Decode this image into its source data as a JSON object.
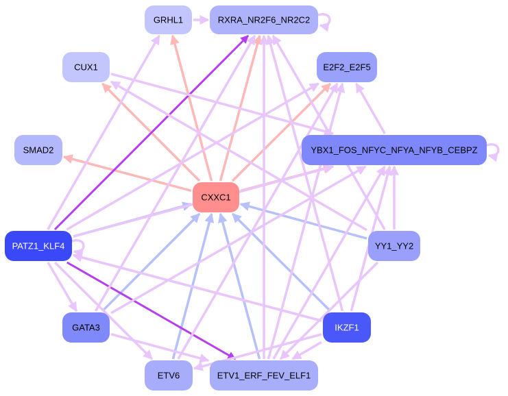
{
  "diagram": {
    "type": "directed-network",
    "nodes": [
      {
        "id": "GRHL1",
        "label": "GRHL1",
        "fill": "#c2c6fc",
        "text": "#000000"
      },
      {
        "id": "RXRA",
        "label": "RXRA_NR2F6_NR2C2",
        "fill": "#adb2fb",
        "text": "#000000"
      },
      {
        "id": "CUX1",
        "label": "CUX1",
        "fill": "#c3c6fc",
        "text": "#000000"
      },
      {
        "id": "E2F2",
        "label": "E2F2_E2F5",
        "fill": "#9aa1fb",
        "text": "#000000"
      },
      {
        "id": "SMAD2",
        "label": "SMAD2",
        "fill": "#b3b7fb",
        "text": "#000000"
      },
      {
        "id": "YBX1",
        "label": "YBX1_FOS_NFYC_NFYA_NFYB_CEBPZ",
        "fill": "#7e88fa",
        "text": "#000000"
      },
      {
        "id": "CXXC1",
        "label": "CXXC1",
        "fill": "#ff8f8f",
        "text": "#000000"
      },
      {
        "id": "PATZ1",
        "label": "PATZ1_KLF4",
        "fill": "#3a48f8",
        "text": "#ffffff"
      },
      {
        "id": "YY1",
        "label": "YY1_YY2",
        "fill": "#999ffb",
        "text": "#000000"
      },
      {
        "id": "GATA3",
        "label": "GATA3",
        "fill": "#7f89fa",
        "text": "#000000"
      },
      {
        "id": "IKZF1",
        "label": "IKZF1",
        "fill": "#4a58f9",
        "text": "#ffffff"
      },
      {
        "id": "ETV6",
        "label": "ETV6",
        "fill": "#a8adfb",
        "text": "#000000"
      },
      {
        "id": "ETV1",
        "label": "ETV1_ERF_FEV_ELF1",
        "fill": "#a9aefb",
        "text": "#000000"
      }
    ],
    "edge_colors": {
      "activation": "#ffb8b8",
      "repression": "#b8c0fb",
      "coregulation": "#e8c6fb",
      "strong": "#b73df0"
    },
    "edges": [
      {
        "from": "CXXC1",
        "to": "RXRA",
        "kind": "activation"
      },
      {
        "from": "CXXC1",
        "to": "CUX1",
        "kind": "activation"
      },
      {
        "from": "CXXC1",
        "to": "SMAD2",
        "kind": "activation"
      },
      {
        "from": "CXXC1",
        "to": "E2F2",
        "kind": "activation"
      },
      {
        "from": "CXXC1",
        "to": "YBX1",
        "kind": "activation"
      },
      {
        "from": "CXXC1",
        "to": "GRHL1",
        "kind": "activation"
      },
      {
        "from": "PATZ1",
        "to": "CXXC1",
        "kind": "repression"
      },
      {
        "from": "YY1",
        "to": "CXXC1",
        "kind": "repression"
      },
      {
        "from": "GATA3",
        "to": "CXXC1",
        "kind": "repression"
      },
      {
        "from": "ETV6",
        "to": "CXXC1",
        "kind": "repression"
      },
      {
        "from": "ETV1",
        "to": "CXXC1",
        "kind": "repression"
      },
      {
        "from": "IKZF1",
        "to": "CXXC1",
        "kind": "repression"
      },
      {
        "from": "PATZ1",
        "to": "RXRA",
        "kind": "strong"
      },
      {
        "from": "PATZ1",
        "to": "ETV1",
        "kind": "strong"
      },
      {
        "from": "GRHL1",
        "to": "RXRA",
        "kind": "coregulation"
      },
      {
        "from": "RXRA",
        "to": "RXRA",
        "kind": "coregulation"
      },
      {
        "from": "YBX1",
        "to": "YBX1",
        "kind": "coregulation"
      },
      {
        "from": "PATZ1",
        "to": "PATZ1",
        "kind": "coregulation"
      },
      {
        "from": "PATZ1",
        "to": "GATA3",
        "kind": "coregulation"
      },
      {
        "from": "PATZ1",
        "to": "ETV6",
        "kind": "coregulation"
      },
      {
        "from": "PATZ1",
        "to": "E2F2",
        "kind": "coregulation"
      },
      {
        "from": "PATZ1",
        "to": "YBX1",
        "kind": "coregulation"
      },
      {
        "from": "PATZ1",
        "to": "GRHL1",
        "kind": "coregulation"
      },
      {
        "from": "CUX1",
        "to": "YBX1",
        "kind": "coregulation"
      },
      {
        "from": "YY1",
        "to": "CUX1",
        "kind": "coregulation"
      },
      {
        "from": "YY1",
        "to": "YBX1",
        "kind": "coregulation"
      },
      {
        "from": "YY1",
        "to": "RXRA",
        "kind": "coregulation"
      },
      {
        "from": "YY1",
        "to": "ETV1",
        "kind": "coregulation"
      },
      {
        "from": "YBX1",
        "to": "E2F2",
        "kind": "coregulation"
      },
      {
        "from": "GATA3",
        "to": "RXRA",
        "kind": "coregulation"
      },
      {
        "from": "GATA3",
        "to": "YBX1",
        "kind": "coregulation"
      },
      {
        "from": "GATA3",
        "to": "ETV1",
        "kind": "coregulation"
      },
      {
        "from": "IKZF1",
        "to": "PATZ1",
        "kind": "coregulation"
      },
      {
        "from": "IKZF1",
        "to": "RXRA",
        "kind": "coregulation"
      },
      {
        "from": "IKZF1",
        "to": "YBX1",
        "kind": "coregulation"
      },
      {
        "from": "IKZF1",
        "to": "ETV1",
        "kind": "coregulation"
      },
      {
        "from": "IKZF1",
        "to": "ETV6",
        "kind": "coregulation"
      },
      {
        "from": "IKZF1",
        "to": "PATZ1",
        "kind": "coregulation"
      },
      {
        "from": "ETV1",
        "to": "RXRA",
        "kind": "coregulation"
      },
      {
        "from": "ETV1",
        "to": "E2F2",
        "kind": "coregulation"
      },
      {
        "from": "ETV6",
        "to": "E2F2",
        "kind": "coregulation"
      },
      {
        "from": "ETV1",
        "to": "YBX1",
        "kind": "coregulation"
      }
    ]
  }
}
